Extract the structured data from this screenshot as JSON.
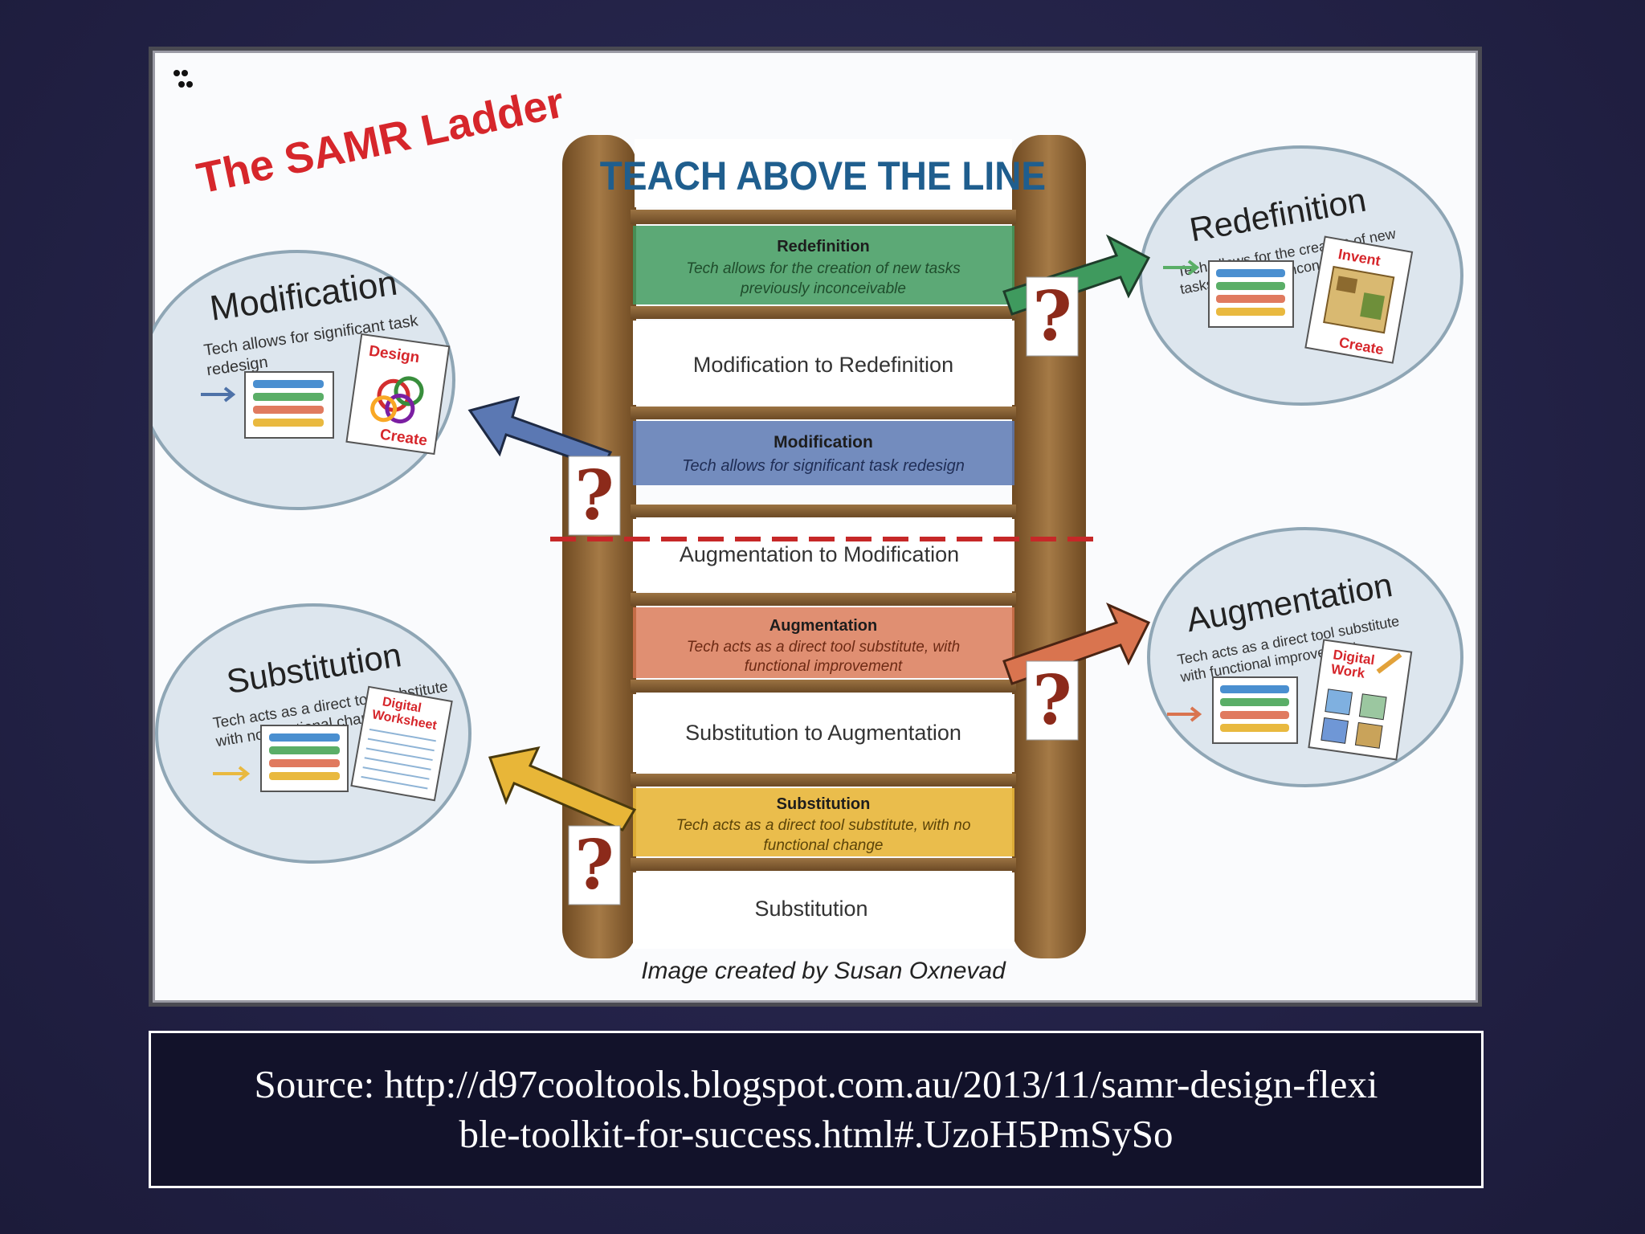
{
  "slide": {
    "source_text": "Source:  http://d97cooltools.blogspot.com.au/2013/11/samr-design-flexible-toolkit-for-success.html#.UzoH5PmSySo"
  },
  "figure": {
    "title": "The SAMR Ladder",
    "header": "TEACH ABOVE THE LINE",
    "credit": "Image created by Susan Oxnevad",
    "rungs": [
      {
        "title": "Redefinition",
        "desc1": "Tech allows for the creation of new tasks",
        "desc2": "previously inconceivable",
        "color": "#3f9a5e"
      },
      {
        "title": "Modification",
        "desc1": "Tech allows for significant task redesign",
        "desc2": "",
        "color": "#5b78b3"
      },
      {
        "title": "Augmentation",
        "desc1": "Tech acts as a direct tool substitute, with",
        "desc2": "functional improvement",
        "color": "#d9744f"
      },
      {
        "title": "Substitution",
        "desc1": "Tech acts as a direct tool substitute, with no",
        "desc2": "functional change",
        "color": "#e8b638"
      }
    ],
    "transitions": [
      "Modification to Redefinition",
      "Augmentation to Modification",
      "Substitution to Augmentation",
      "Substitution"
    ],
    "bubbles": {
      "modification": {
        "title": "Modification",
        "desc1": "Tech allows for significant task",
        "desc2": "redesign",
        "tag1": "Design",
        "tag2": "Create"
      },
      "redefinition": {
        "title": "Redefinition",
        "desc1": "Tech allows for the creation of new",
        "desc2": "tasks previously inconceivable",
        "tag1": "Invent",
        "tag2": "Create"
      },
      "augmentation": {
        "title": "Augmentation",
        "desc1": "Tech acts as a direct tool substitute",
        "desc2": "with functional improvement",
        "tag1": "Digital",
        "tag2": "Work"
      },
      "substitution": {
        "title": "Substitution",
        "desc1": "Tech acts as a direct tool substitute",
        "desc2": "with no functional change",
        "tag1": "Digital",
        "tag2": "Worksheet"
      }
    },
    "colors": {
      "ladder": "#8a6236",
      "title_red": "#d6262b",
      "header_blue": "#1f5e8e",
      "line_red": "#c62828"
    }
  }
}
